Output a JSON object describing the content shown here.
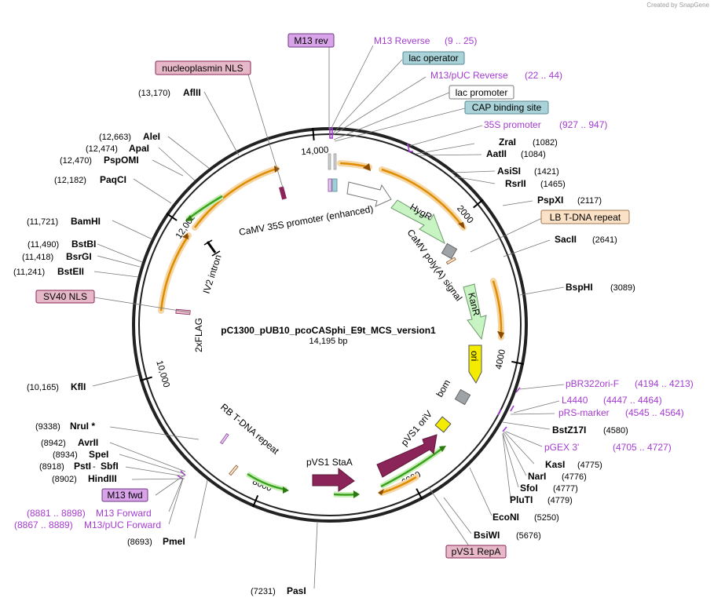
{
  "credit": "Created by SnapGene",
  "plasmid": {
    "name": "pC1300_pUB10_pcoCASphi_E9t_MCS_version1",
    "size_label": "14,195 bp"
  },
  "colors": {
    "primer": "#a43bd1",
    "boxed_pink": "#e7b8c8",
    "boxed_purple": "#d8a3e8",
    "boxed_cyan": "#a9d3d8",
    "boxed_orange": "#fbe1c6",
    "arrow_green": "#c8f3c3",
    "arrow_maroon": "#8b2458",
    "ori_yellow": "#f4ec00",
    "orange_arc": "#e08c00",
    "green_arc": "#3aa21c"
  },
  "ticks": [
    "2000",
    "4000",
    "6000",
    "8000",
    "10,000",
    "12,000",
    "14,000"
  ],
  "features": {
    "promoter_enhanced": "CaMV 35S promoter (enhanced)",
    "hygr": "HygR",
    "polya": "CaMV poly(A) signal",
    "kanr": "KanR",
    "ori": "ori",
    "bom": "bom",
    "pvs1_oriv": "pVS1 oriV",
    "pvs1_staa": "pVS1 StaA",
    "rb": "RB T-DNA repeat",
    "flag": "2xFLAG",
    "intron": "IV2 intron"
  },
  "boxed_labels": {
    "m13rev": "M13 rev",
    "lac_operator": "lac operator",
    "lac_promoter": "lac promoter",
    "cap": "CAP binding site",
    "lb": "LB T-DNA repeat",
    "nls": "nucleoplasmin NLS",
    "sv40": "SV40 NLS",
    "m13fwd": "M13 fwd",
    "repa": "pVS1 RepA"
  },
  "primers": {
    "m13_reverse": {
      "name": "M13 Reverse",
      "pos": "(9 .. 25)"
    },
    "m13puc_reverse": {
      "name": "M13/pUC Reverse",
      "pos": "(22 .. 44)"
    },
    "p35s": {
      "name": "35S promoter",
      "pos": "(927 .. 947)"
    },
    "pbr322": {
      "name": "pBR322ori-F",
      "pos": "(4194 .. 4213)"
    },
    "l4440": {
      "name": "L4440",
      "pos": "(4447 .. 4464)"
    },
    "prs": {
      "name": "pRS-marker",
      "pos": "(4545 .. 4564)"
    },
    "pgex": {
      "name": "pGEX 3'",
      "pos": "(4705 .. 4727)"
    },
    "m13_forward": {
      "name": "M13 Forward",
      "pos": "(8881 .. 8898)"
    },
    "m13puc_forward": {
      "name": "M13/pUC Forward",
      "pos": "(8867 .. 8889)"
    }
  },
  "enzymes": {
    "zrai": {
      "name": "ZraI",
      "pos": "(1082)"
    },
    "aatii": {
      "name": "AatII",
      "pos": "(1084)"
    },
    "asisi": {
      "name": "AsiSI",
      "pos": "(1421)"
    },
    "rsrii": {
      "name": "RsrII",
      "pos": "(1465)"
    },
    "pspxi": {
      "name": "PspXI",
      "pos": "(2117)"
    },
    "sacii": {
      "name": "SacII",
      "pos": "(2641)"
    },
    "bsphi": {
      "name": "BspHI",
      "pos": "(3089)"
    },
    "bstz17i": {
      "name": "BstZ17I",
      "pos": "(4580)"
    },
    "kasi": {
      "name": "KasI",
      "pos": "(4775)"
    },
    "nari": {
      "name": "NarI",
      "pos": "(4776)"
    },
    "sfoi": {
      "name": "SfoI",
      "pos": "(4777)"
    },
    "pluti": {
      "name": "PluTI",
      "pos": "(4779)"
    },
    "econi": {
      "name": "EcoNI",
      "pos": "(5250)"
    },
    "bsiwi": {
      "name": "BsiWI",
      "pos": "(5676)"
    },
    "pasi": {
      "name": "PasI",
      "pos": "(7231)"
    },
    "pmei": {
      "name": "PmeI",
      "pos": "(8693)"
    },
    "hindiii": {
      "name": "HindIII",
      "pos": "(8902)"
    },
    "psti": {
      "name": "PstI",
      "pos": "(8918)"
    },
    "sbfi": {
      "name": "SbfI",
      "pos": ""
    },
    "spei": {
      "name": "SpeI",
      "pos": "(8934)"
    },
    "avrii": {
      "name": "AvrII",
      "pos": "(8942)"
    },
    "nrui": {
      "name": "NruI *",
      "pos": "(9338)"
    },
    "kfli": {
      "name": "KflI",
      "pos": "(10,165)"
    },
    "bsteii": {
      "name": "BstEII",
      "pos": "(11,241)"
    },
    "bsrgi": {
      "name": "BsrGI",
      "pos": "(11,418)"
    },
    "bstbi": {
      "name": "BstBI",
      "pos": "(11,490)"
    },
    "bamhi": {
      "name": "BamHI",
      "pos": "(11,721)"
    },
    "paqci": {
      "name": "PaqCI",
      "pos": "(12,182)"
    },
    "pspomi": {
      "name": "PspOMI",
      "pos": "(12,470)"
    },
    "apai": {
      "name": "ApaI",
      "pos": "(12,474)"
    },
    "alei": {
      "name": "AleI",
      "pos": "(12,663)"
    },
    "aflii": {
      "name": "AflII",
      "pos": "(13,170)"
    }
  },
  "sbfi_sep": "-"
}
